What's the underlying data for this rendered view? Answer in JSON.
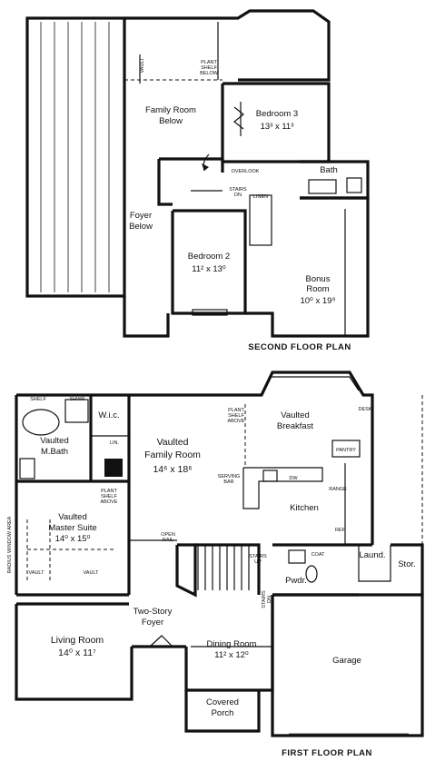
{
  "second_floor": {
    "title": "SECOND FLOOR PLAN",
    "family_room_below": [
      "Family Room",
      "Below"
    ],
    "foyer_below": [
      "Foyer",
      "Below"
    ],
    "bedroom3": {
      "name": "Bedroom 3",
      "size": "13³ x 11³"
    },
    "bedroom2": {
      "name": "Bedroom 2",
      "size": "11² x 13⁰"
    },
    "bath": "Bath",
    "bonus_room": {
      "name": [
        "Bonus",
        "Room"
      ],
      "size": "10⁰ x 19⁹"
    },
    "overlook": "OVERLOOK",
    "plant_shelf_below": [
      "PLANT",
      "SHELF",
      "BELOW"
    ],
    "vault": "VAULT",
    "stairs_dn": [
      "STAIRS",
      "DN"
    ],
    "linen": "LINEN"
  },
  "first_floor": {
    "title": "FIRST FLOOR PLAN",
    "vaulted_family_room": {
      "name": [
        "Vaulted",
        "Family Room"
      ],
      "size": "14⁶ x 18⁶"
    },
    "vaulted_breakfast": [
      "Vaulted",
      "Breakfast"
    ],
    "vaulted_master_bath": [
      "Vaulted",
      "M.Bath"
    ],
    "vaulted_master_suite": {
      "name": [
        "Vaulted",
        "Master Suite"
      ],
      "size": "14⁰ x 15⁰"
    },
    "wic": "W.i.c.",
    "kitchen": "Kitchen",
    "living_room": {
      "name": "Living Room",
      "size": "14⁰ x 11⁷"
    },
    "dining_room": {
      "name": "Dining Room",
      "size": "11² x 12⁰"
    },
    "two_story_foyer": [
      "Two-Story",
      "Foyer"
    ],
    "covered_porch": [
      "Covered",
      "Porch"
    ],
    "garage": "Garage",
    "laundry": "Laund.",
    "storage": "Stor.",
    "powder": "Pwdr.",
    "pantry": "PANTRY",
    "desk": "DESK",
    "range": "RANGE",
    "refrigerator": "REF.",
    "dishwasher": "DW",
    "serving_bar": [
      "SERVING",
      "BAR"
    ],
    "open_rail": [
      "OPEN",
      "RAIL"
    ],
    "stairs_up": [
      "STAIRS",
      "UP"
    ],
    "stairs_down": [
      "STAIRS",
      "DN"
    ],
    "coat": "COAT",
    "plant_shelf_above": [
      "PLANT",
      "SHELF",
      "ABOVE"
    ],
    "shelf": "SHELF",
    "shower": "SHWR",
    "linen": "LIN.",
    "radius_window_area": "RADIUS WINDOW AREA",
    "vault": "VAULT"
  }
}
